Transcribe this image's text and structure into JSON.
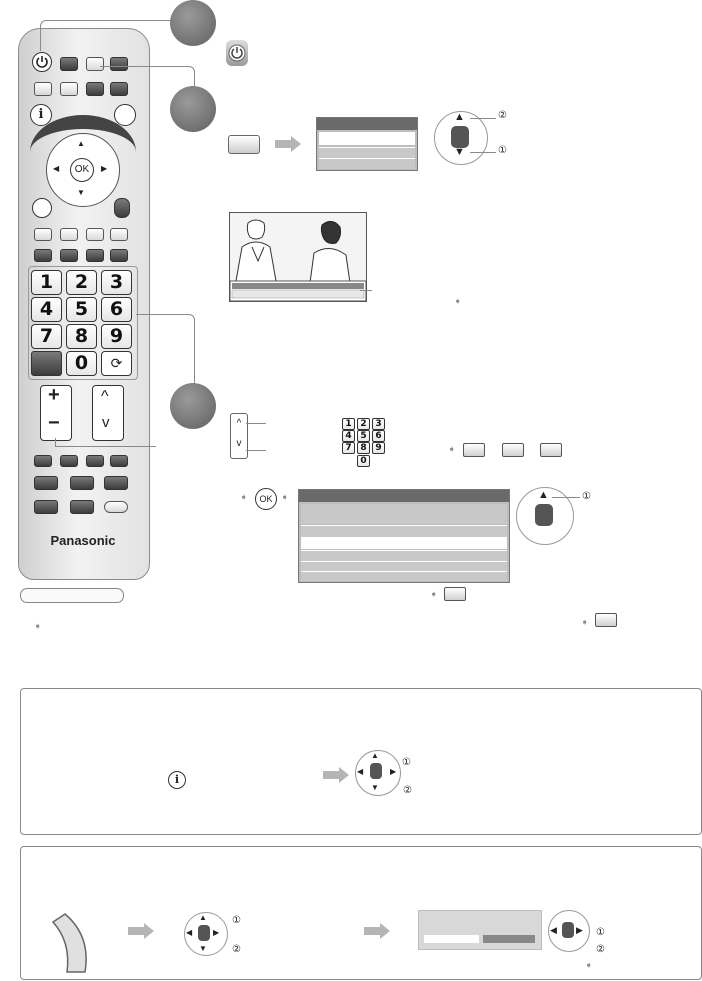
{
  "remote": {
    "brand": "Panasonic",
    "ok_label": "OK",
    "keys": [
      "1",
      "2",
      "3",
      "4",
      "5",
      "6",
      "7",
      "8",
      "9",
      "0"
    ],
    "plus": "+",
    "minus": "−",
    "up": "^",
    "down": "v"
  },
  "step2": {
    "circled_2": "②",
    "circled_1": "①"
  },
  "step3": {
    "keys": [
      "1",
      "2",
      "3",
      "4",
      "5",
      "6",
      "7",
      "8",
      "9",
      "0"
    ],
    "ok_label": "OK",
    "circled_1": "①"
  },
  "info_panel": {
    "circled_1": "①",
    "circled_2": "②"
  },
  "bottom_panel": {
    "circled_1": "①",
    "circled_2": "②"
  }
}
